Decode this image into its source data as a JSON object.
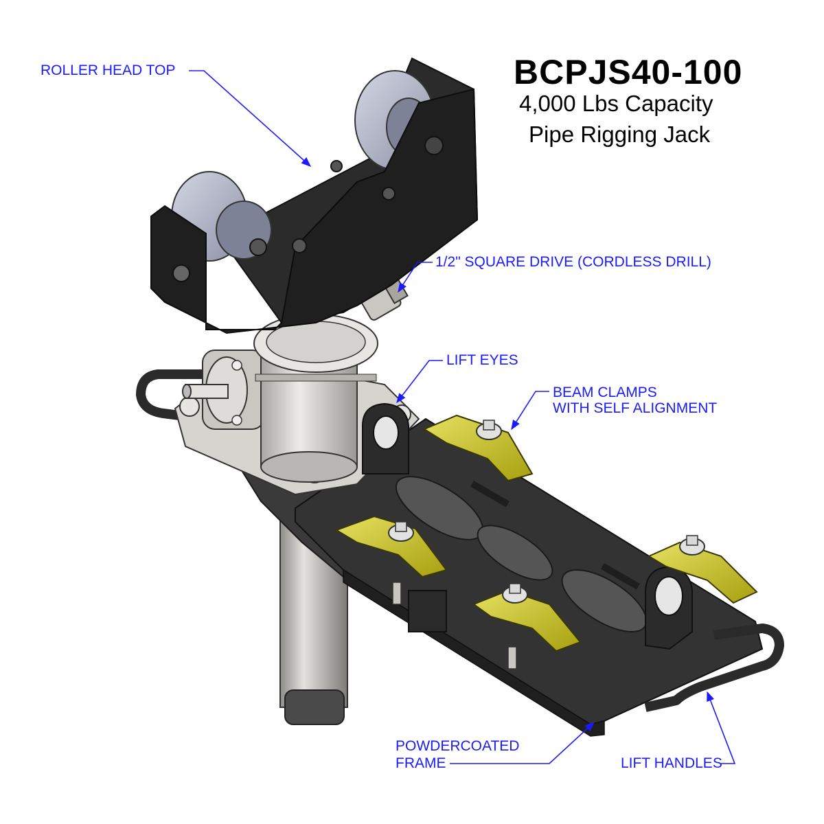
{
  "header": {
    "model": "BCPJS40-100",
    "capacity": "4,000 Lbs Capacity",
    "product": "Pipe Rigging Jack"
  },
  "callouts": {
    "roller_head_top": "ROLLER HEAD TOP",
    "square_drive": "1/2\" SQUARE DRIVE (CORDLESS DRILL)",
    "lift_eyes": "LIFT EYES",
    "beam_clamps_line1": "BEAM CLAMPS",
    "beam_clamps_line2": "WITH SELF ALIGNMENT",
    "frame_line1": "POWDERCOATED",
    "frame_line2": "FRAME",
    "lift_handles": "LIFT HANDLES"
  },
  "colors": {
    "callout": "#1a1aff",
    "frame": "#2e2e2e",
    "clamp": "#c9c21c",
    "steel": "#c9c7c2",
    "roller": "#aeb2c4"
  }
}
